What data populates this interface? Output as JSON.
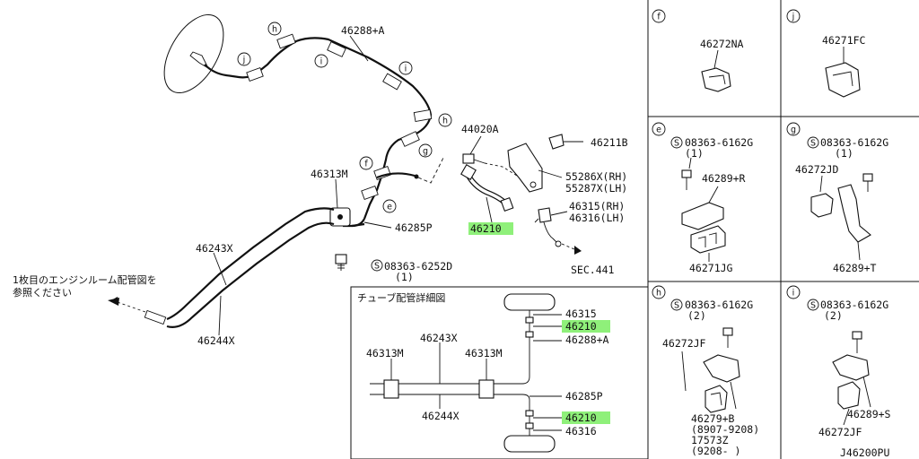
{
  "main": {
    "p46288A": "46288+A",
    "p44020A": "44020A",
    "p46211B": "46211B",
    "p55286X": "55286X(RH)",
    "p55287X": "55287X(LH)",
    "p46313M": "46313M",
    "p46315": "46315(RH)",
    "p46316": "46316(LH)",
    "p46210": "46210",
    "p46285P": "46285P",
    "p46243X": "46243X",
    "p46244X": "46244X",
    "bolt": "08363-6252D",
    "bolt_qty": "(1)",
    "sec": "SEC.441",
    "note_line1": "1枚目のエンジンルーム配管図を",
    "note_line2": "参照ください",
    "circles": {
      "h1": "h",
      "h2": "h",
      "j": "j",
      "i1": "i",
      "i2": "i",
      "g": "g",
      "f": "f",
      "e": "e"
    }
  },
  "detail": {
    "title": "チューブ配管詳細図",
    "p46315": "46315",
    "p46210a": "46210",
    "p46288A": "46288+A",
    "p46243X": "46243X",
    "p46313M_l": "46313M",
    "p46313M_r": "46313M",
    "p46285P": "46285P",
    "p46244X": "46244X",
    "p46210b": "46210",
    "p46316": "46316"
  },
  "panels": {
    "f": {
      "letter": "f",
      "part": "46272NA"
    },
    "j": {
      "letter": "j",
      "part": "46271FC"
    },
    "e": {
      "letter": "e",
      "bolt": "08363-6162G",
      "qty": "(1)",
      "part1": "46289+R",
      "part2": "46271JG"
    },
    "g": {
      "letter": "g",
      "bolt": "08363-6162G",
      "qty": "(1)",
      "part1": "46272JD",
      "part2": "46289+T"
    },
    "h": {
      "letter": "h",
      "bolt": "08363-6162G",
      "qty": "(2)",
      "part1": "46272JF",
      "part2": "46279+B",
      "date1": "(8907-9208)",
      "part3": "17573Z",
      "date2": "(9208-     )"
    },
    "i": {
      "letter": "i",
      "bolt": "08363-6162G",
      "qty": "(2)",
      "part1": "46289+S",
      "part2": "46272JF"
    }
  },
  "footer": {
    "code": "J46200PU"
  }
}
